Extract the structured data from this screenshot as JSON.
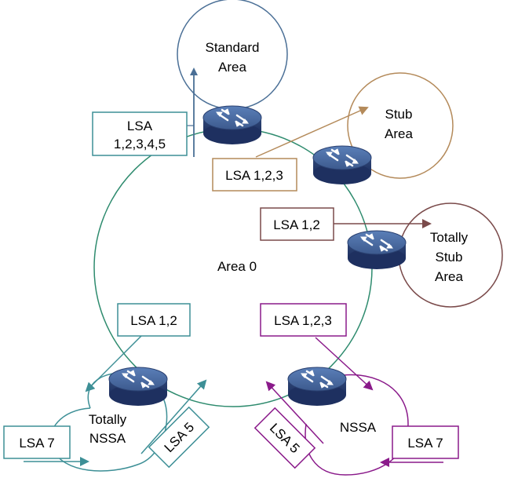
{
  "areas": {
    "backbone": "Area 0",
    "standard": [
      "Standard",
      "Area"
    ],
    "stub": [
      "Stub",
      "Area"
    ],
    "totally_stub": [
      "Totally",
      "Stub",
      "Area"
    ],
    "totally_nssa": [
      "Totally",
      "NSSA"
    ],
    "nssa": "NSSA"
  },
  "lsa_labels": {
    "standard": [
      "LSA",
      "1,2,3,4,5"
    ],
    "stub": "LSA 1,2,3",
    "totally_stub": "LSA 1,2",
    "totally_nssa_in": "LSA 1,2",
    "nssa_in": "LSA 1,2,3",
    "totally_nssa_ext": "LSA 7",
    "totally_nssa_out": "LSA 5",
    "nssa_out": "LSA 5",
    "nssa_ext": "LSA 7"
  },
  "colors": {
    "backbone": "#2e8b6e",
    "standard": "#4a6f96",
    "stub": "#b48a5a",
    "totally_stub": "#7a4a4a",
    "totally_nssa": "#3d8f96",
    "nssa": "#8a1a8a",
    "router": "#3d5a8e"
  },
  "icons": {
    "router": "router-icon"
  }
}
